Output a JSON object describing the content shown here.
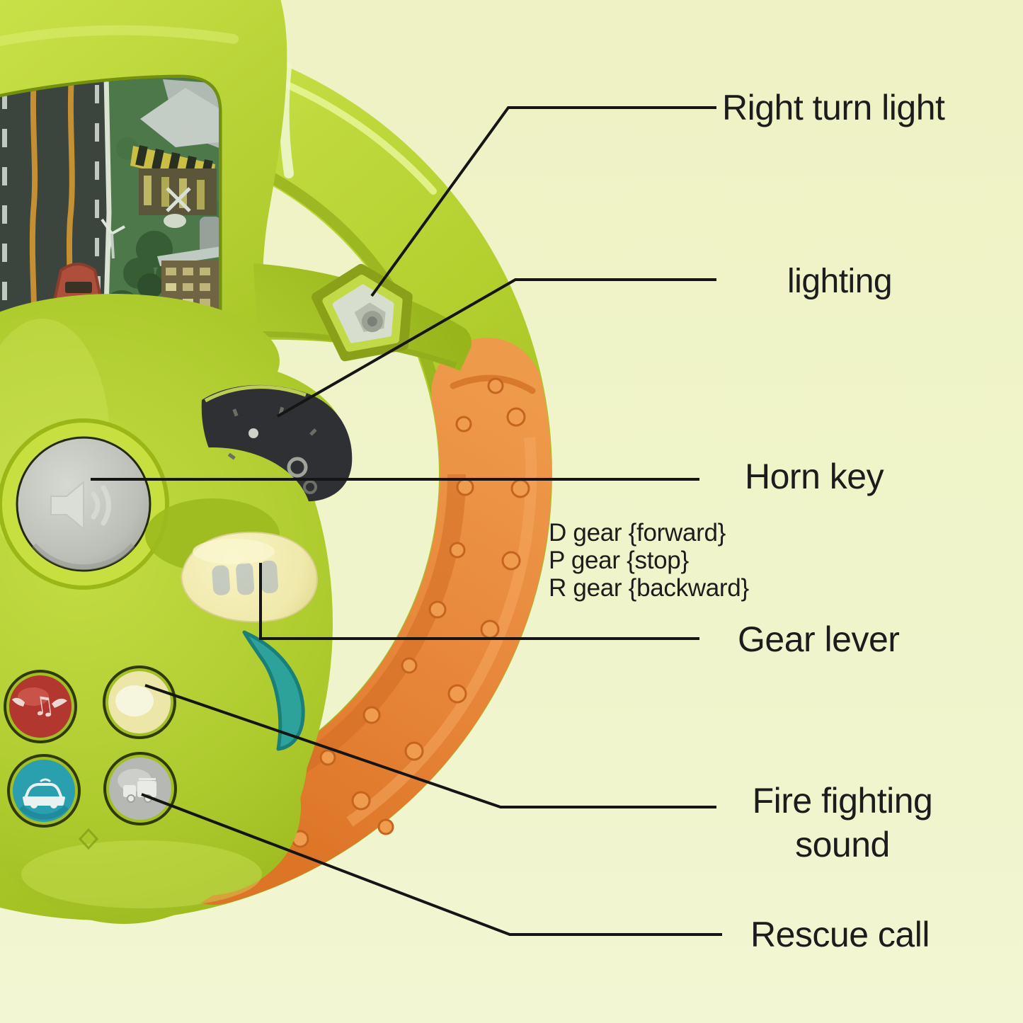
{
  "page": {
    "background_color": "#eff3c8",
    "text_color": "#1c1c1c",
    "callout_line_color": "#151515"
  },
  "labels": {
    "right_turn_light": "Right turn light",
    "lighting": "lighting",
    "horn_key": "Horn key",
    "gear_info": [
      "D gear {forward}",
      "P gear {stop}",
      "R gear {backward}"
    ],
    "gear_lever": "Gear lever",
    "fire_lines": [
      "Fire fighting",
      "sound"
    ],
    "rescue_call": "Rescue call"
  },
  "toy": {
    "colors": {
      "body_green": "#aecb2e",
      "body_green_light": "#cce34c",
      "body_green_dark": "#94b219",
      "grip_orange": "#e8883c",
      "grip_orange_dark": "#d8702a",
      "horn_button_gray": "#b7bab2",
      "gear_lever_yellow": "#f2ecb0",
      "teal_part": "#2da29a",
      "sound_button_red": "#b2372f",
      "sound_button_yellow": "#ece7a8",
      "sound_button_blue": "#2a9fae",
      "sound_button_gray": "#b6b9b3",
      "turn_light_button_gray": "#d6dcc8",
      "dial_dark": "#2f3034",
      "screen_road": "#33373c",
      "screen_grass": "#47724b",
      "screen_car_red": "#b5423a",
      "screen_lane_orange": "#cf8c30"
    },
    "icons": {
      "horn_button": "speaker-icon",
      "red_button": "music-note-wings-icon",
      "blue_button": "car-icon",
      "gray_button": "fire-truck-icon"
    }
  }
}
